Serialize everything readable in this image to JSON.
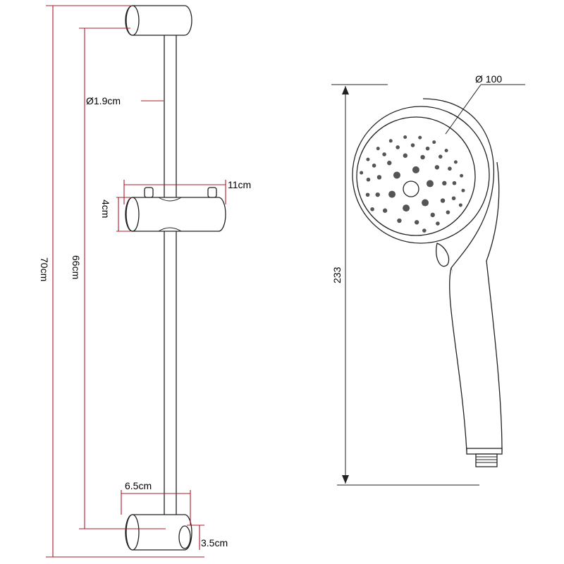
{
  "rail_diagram": {
    "rod_diameter": "Ø1.9cm",
    "holder_width": "11cm",
    "holder_height": "4cm",
    "total_height": "70cm",
    "bracket_spacing": "66cm",
    "bracket_depth": "6.5cm",
    "bracket_height": "3.5cm"
  },
  "handshower_diagram": {
    "head_diameter": "Ø 100",
    "total_length": "233"
  },
  "colors": {
    "dimension_line": "#b0182a",
    "outline": "#222222"
  }
}
